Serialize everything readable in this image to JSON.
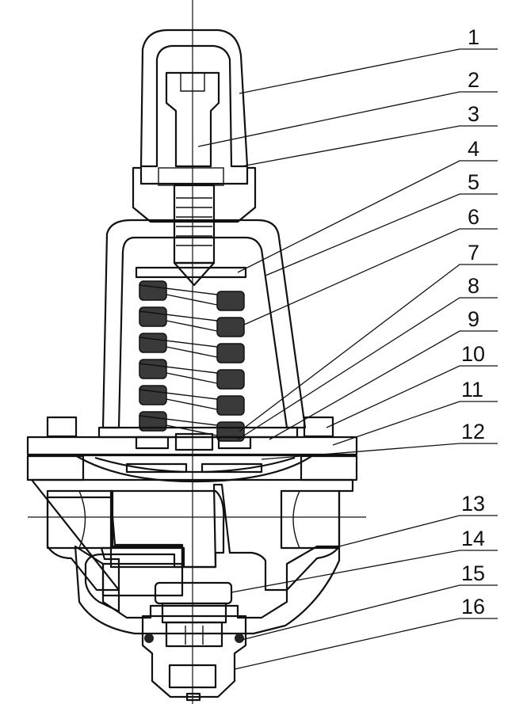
{
  "title": "",
  "part_numbers": [
    "1",
    "2",
    "3",
    "4",
    "5",
    "6",
    "7",
    "8",
    "9",
    "10",
    "11",
    "12",
    "13",
    "14",
    "15",
    "16"
  ],
  "colors": {
    "line": "#111111",
    "background": "#ffffff",
    "spring_fill": "#3a3a3a"
  }
}
